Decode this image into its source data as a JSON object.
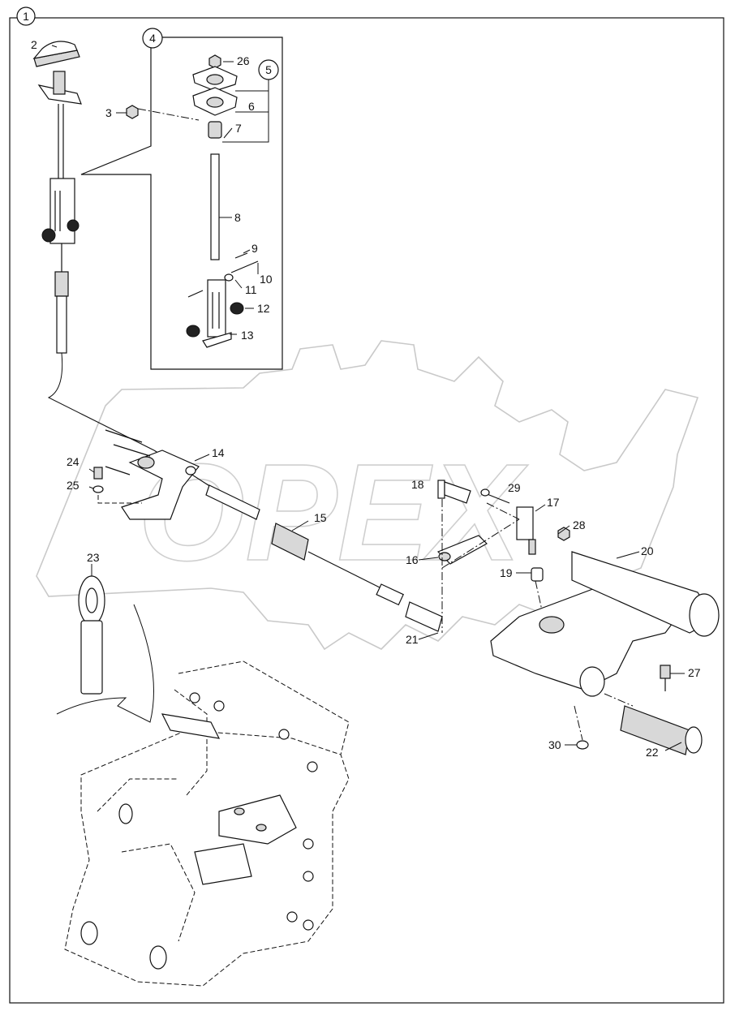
{
  "diagram": {
    "callouts": {
      "c1": "1",
      "c4": "4",
      "c5": "5"
    },
    "labels": {
      "l2": "2",
      "l3": "3",
      "l6": "6",
      "l7": "7",
      "l8": "8",
      "l9": "9",
      "l10": "10",
      "l11": "11",
      "l12": "12",
      "l13": "13",
      "l14": "14",
      "l15": "15",
      "l16": "16",
      "l17": "17",
      "l18": "18",
      "l19": "19",
      "l20": "20",
      "l21": "21",
      "l22": "22",
      "l23": "23",
      "l24": "24",
      "l25": "25",
      "l26": "26",
      "l27": "27",
      "l28": "28",
      "l29": "29",
      "l30": "30"
    },
    "watermark": "OPEX"
  }
}
